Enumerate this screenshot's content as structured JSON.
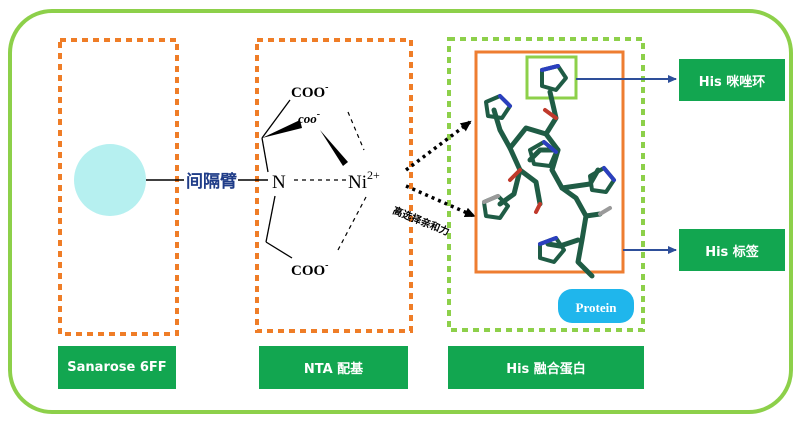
{
  "colors": {
    "frame": "#8dd04a",
    "dash_orange": "#ef7d27",
    "dash_green": "#8dd04a",
    "label_bg": "#12a650",
    "label_text": "#ffffff",
    "bead": "#b6f0f0",
    "linker_text": "#1f3c88",
    "chem_text": "#000000",
    "protein_frame": "#ee7d31",
    "arrow": "#2e4f9a",
    "protein_stick": "#1f5c45",
    "protein_pill": "#1fb6ec"
  },
  "labels": {
    "col1": "Sanarose 6FF",
    "col2": "NTA 配基",
    "col3": "His 融合蛋白",
    "right_top": "His 咪唑环",
    "right_bottom": "His 标签"
  },
  "diagram": {
    "linker": "间隔臂",
    "nitrogen": "N",
    "coo_top": "COO",
    "coo_mid": "coo",
    "coo_bottom": "COO",
    "charge_minus": "-",
    "nickel": "Ni",
    "nickel_charge": "2+",
    "affinity": "高选择亲和力",
    "protein": "Protein"
  },
  "icons": [
    "agarose-bead-icon",
    "histidine-stick-icon",
    "protein-pill-icon"
  ]
}
